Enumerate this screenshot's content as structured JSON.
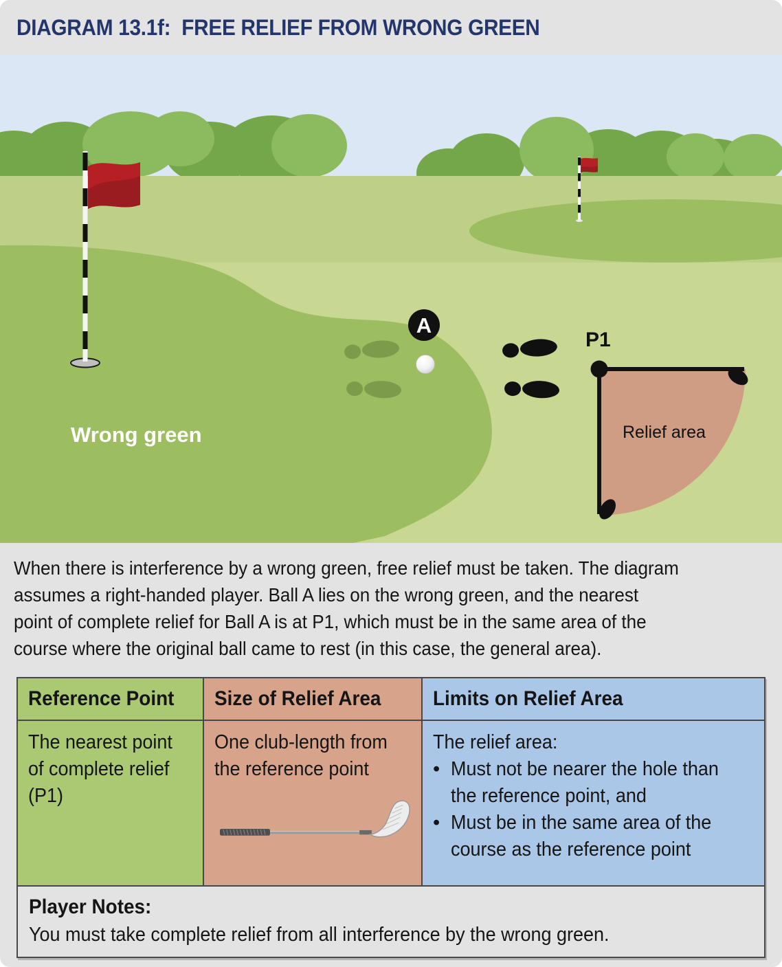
{
  "title": "DIAGRAM 13.1f:  FREE RELIEF FROM WRONG GREEN",
  "scene": {
    "wrong_green_label": "Wrong green",
    "relief_area_label": "Relief area",
    "ball_label": "A",
    "reference_point_label": "P1"
  },
  "colors": {
    "panel_bg": "#e3e3e3",
    "title_navy": "#23356b",
    "text_black": "#151515",
    "sky": "#dbe7f4",
    "tree_dark": "#73a74a",
    "tree_light": "#8cba5e",
    "grass_far": "#bed088",
    "grass_near": "#c8d892",
    "green": "#9cbe60",
    "footprint_olive": "#7d9c4b",
    "footprint_black": "#101010",
    "relief_fill": "#cf9c84",
    "flag_red": "#b62025",
    "flag_red_dark": "#9a1b20",
    "header_green": "#abc873",
    "cell_salmon": "#d7a38a",
    "cell_blue": "#aac7e8",
    "table_border": "#48484a"
  },
  "description_lines": [
    "When there is interference by a wrong green, free relief must be taken. The diagram",
    "assumes a right-handed player. Ball A lies on the wrong green, and the nearest",
    "point of complete relief for Ball A is at P1, which must be in the same area of the",
    "course where the original ball came to rest (in this case, the general area)."
  ],
  "table": {
    "columns": [
      {
        "header": "Reference Point",
        "lines": [
          "The nearest point",
          "of complete relief",
          "(P1)"
        ]
      },
      {
        "header": "Size of Relief Area",
        "lines": [
          "One club-length from",
          "the reference point"
        ],
        "icon": "golf-club"
      },
      {
        "header": "Limits on Relief Area",
        "intro": "The relief area:",
        "bullets": [
          [
            "Must not be nearer the hole than",
            "the reference point, and"
          ],
          [
            "Must be in the same area of the",
            "course as the reference point"
          ]
        ]
      }
    ]
  },
  "player_notes": {
    "label": "Player Notes:",
    "text": "You must take complete relief from all interference by the wrong green."
  }
}
